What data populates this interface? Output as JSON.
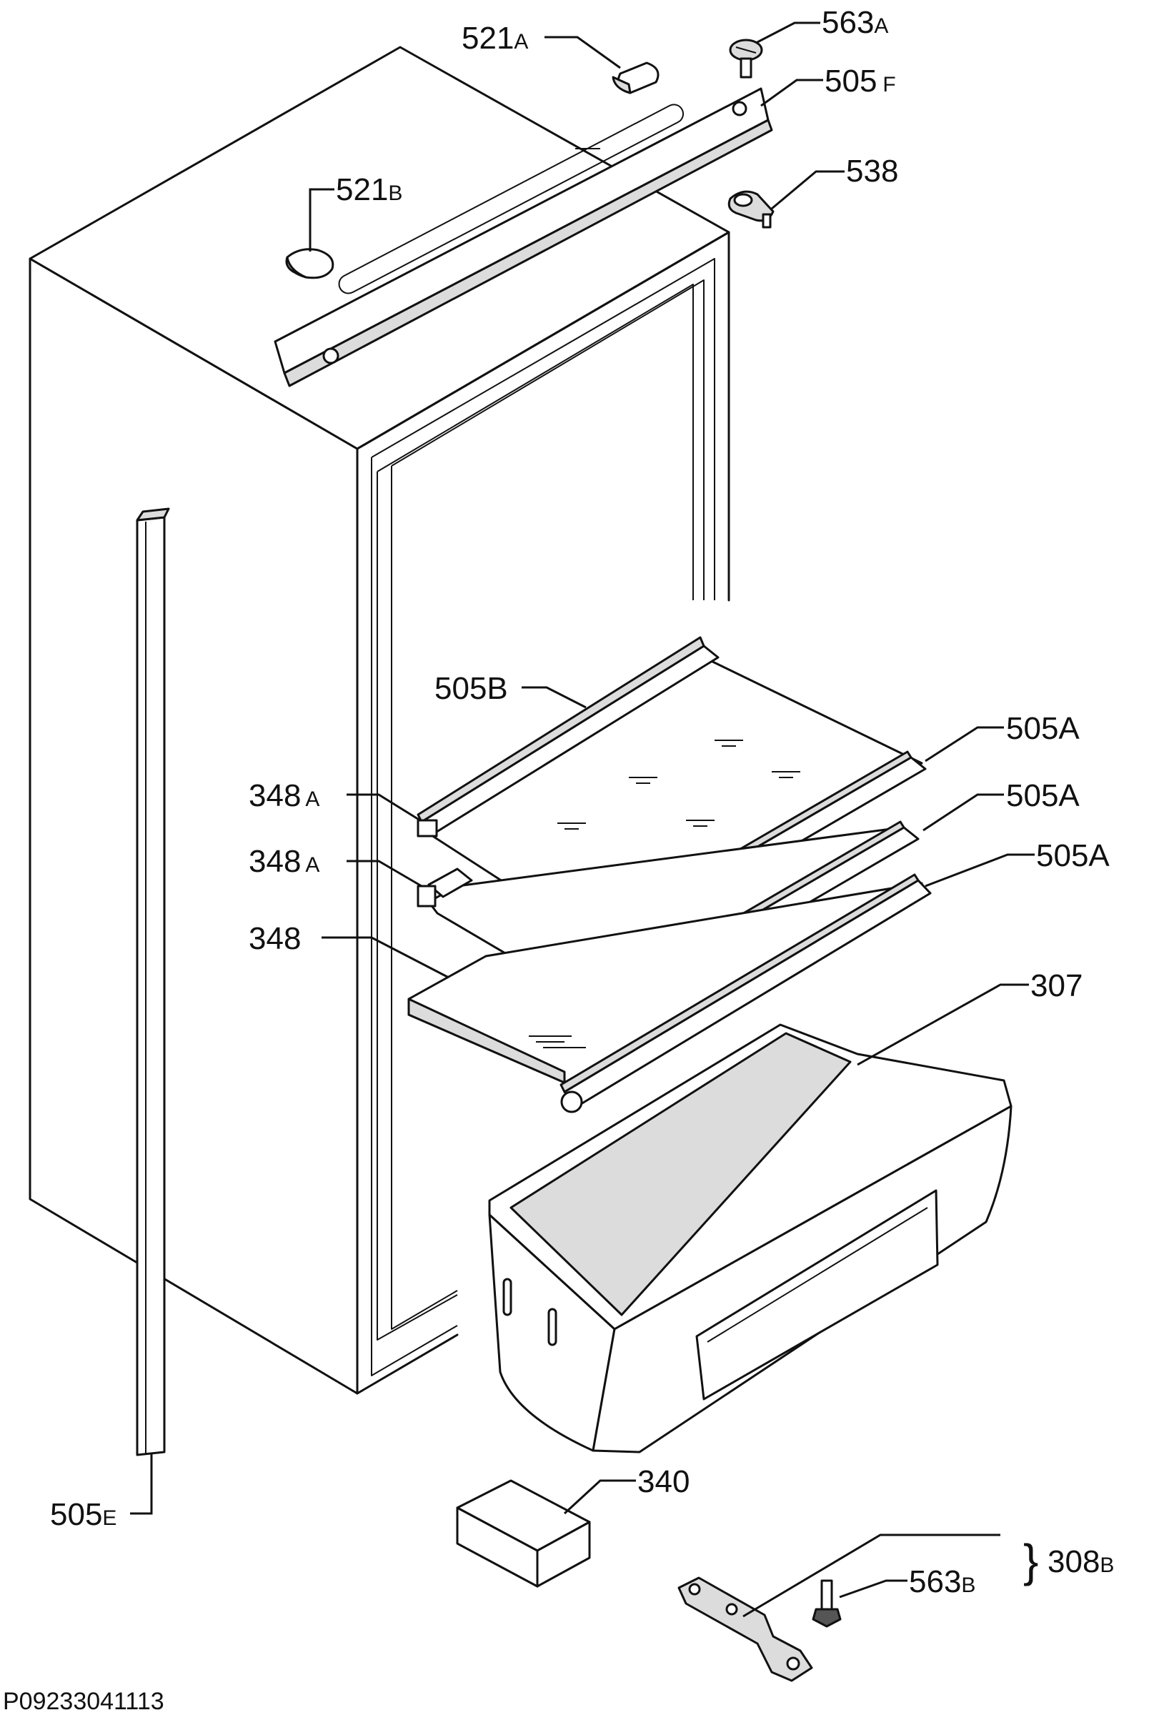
{
  "diagram": {
    "drawing_code": "P09233041113",
    "labels": {
      "l521A": {
        "num": "521",
        "suffix": "A"
      },
      "l563A": {
        "num": "563",
        "suffix": "A"
      },
      "l505F": {
        "num": "505",
        "suffix": "F"
      },
      "l538": {
        "num": "538",
        "suffix": ""
      },
      "l521B": {
        "num": "521",
        "suffix": "B"
      },
      "l505B": {
        "num": "505B",
        "suffix": ""
      },
      "l505A_1": {
        "num": "505A",
        "suffix": ""
      },
      "l505A_2": {
        "num": "505A",
        "suffix": ""
      },
      "l505A_3": {
        "num": "505A",
        "suffix": ""
      },
      "l348A_1": {
        "num": "348",
        "suffix": "A"
      },
      "l348A_2": {
        "num": "348",
        "suffix": "A"
      },
      "l348": {
        "num": "348",
        "suffix": ""
      },
      "l307": {
        "num": "307",
        "suffix": ""
      },
      "l340": {
        "num": "340",
        "suffix": ""
      },
      "l505E": {
        "num": "505",
        "suffix": "E"
      },
      "l563B": {
        "num": "563",
        "suffix": "B"
      },
      "l308B": {
        "num": "308",
        "suffix": "B"
      }
    },
    "brace": "}"
  }
}
